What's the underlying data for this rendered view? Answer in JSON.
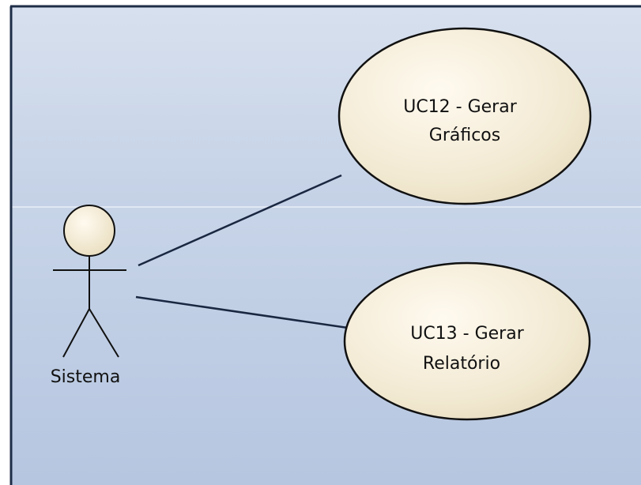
{
  "diagram": {
    "actor": {
      "name": "Sistema"
    },
    "use_cases": [
      {
        "id": "uc12",
        "lines": [
          "UC12 - Gerar",
          "Gráficos"
        ]
      },
      {
        "id": "uc13",
        "lines": [
          "UC13 - Gerar",
          "Relatório"
        ]
      }
    ],
    "colors": {
      "background_top": "#cfd9ea",
      "background_bottom": "#b8c8e2",
      "frame": "#1e2d47",
      "ellipse_fill": "#f4ecd8",
      "ellipse_stroke": "#111111",
      "actor_head_fill": "#f2ebd4",
      "line": "#1a2740"
    }
  }
}
